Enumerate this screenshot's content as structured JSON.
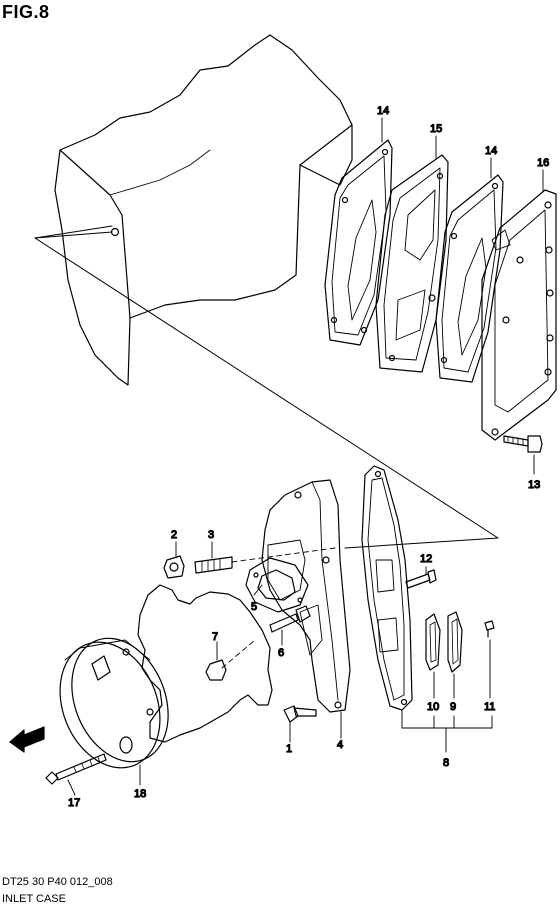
{
  "figure_title": "FIG.8",
  "drawing_code": "DT25 30 P40 012_008",
  "section_name": "INLET CASE",
  "fwd_marker": "FWD",
  "callouts": {
    "c1": "1",
    "c2": "2",
    "c3": "3",
    "c4": "4",
    "c5": "5",
    "c6": "6",
    "c7": "7",
    "c8": "8",
    "c9": "9",
    "c10": "10",
    "c11": "11",
    "c12": "12",
    "c13": "13",
    "c14a": "14",
    "c14b": "14",
    "c15": "15",
    "c16": "16",
    "c17": "17",
    "c18": "18"
  }
}
